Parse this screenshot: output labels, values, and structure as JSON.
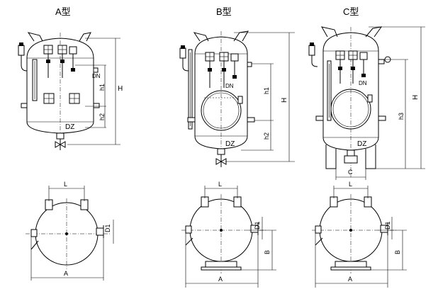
{
  "views": {
    "a": {
      "title": "A型",
      "labels": {
        "h": "H",
        "h1": "h1",
        "h2": "h2",
        "dn": "DN",
        "dz": "DZ",
        "l": "L",
        "d1": "D1",
        "a": "A"
      }
    },
    "b": {
      "title": "B型",
      "labels": {
        "h": "H",
        "h1": "h1",
        "h2": "h2",
        "dn": "DN",
        "dz": "DZ",
        "l": "L",
        "d1": "D1",
        "a": "A",
        "b": "B"
      }
    },
    "c": {
      "title": "C型",
      "labels": {
        "h": "H",
        "h3": "h3",
        "dn": "DN",
        "dz": "DZ",
        "c": "C",
        "l": "L",
        "d1": "D1",
        "a": "A",
        "b": "B"
      }
    }
  }
}
